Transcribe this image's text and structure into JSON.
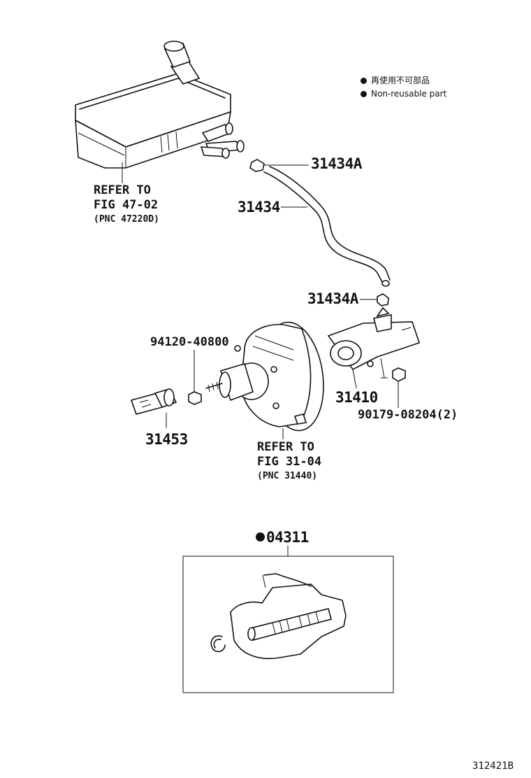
{
  "legend": {
    "items": [
      {
        "text_jp": "再使用不可部品",
        "text_en": "Non-reusable part"
      }
    ]
  },
  "callouts": {
    "p31434A_top": "31434A",
    "p31434": "31434",
    "p31434A_bottom": "31434A",
    "p94120": "94120-40800",
    "p31410": "31410",
    "p90179": "90179-08204(2)",
    "p31453": "31453",
    "p04311": "04311"
  },
  "refer_reservoir": {
    "line1": "REFER TO",
    "line2": "FIG 47-02",
    "line3": "(PNC 47220D)"
  },
  "refer_booster": {
    "line1": "REFER TO",
    "line2": "FIG 31-04",
    "line3": "(PNC 31440)"
  },
  "figure_id": "312421B"
}
